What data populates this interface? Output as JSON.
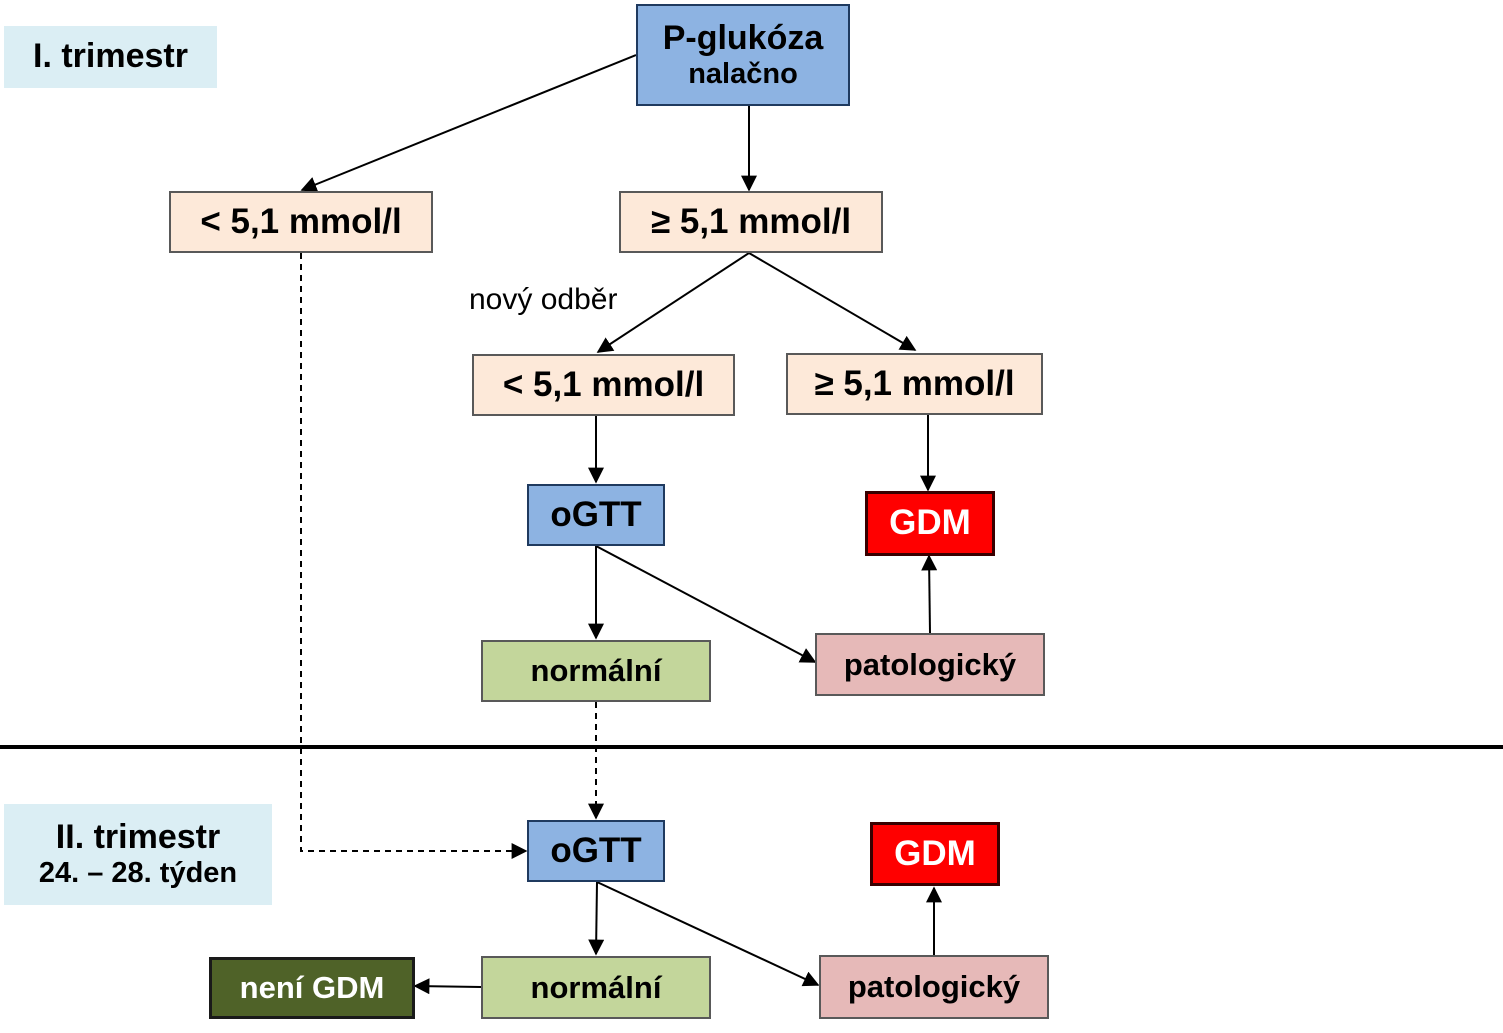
{
  "stage1": {
    "label": "I. trimestr",
    "start": {
      "line1": "P-glukóza",
      "line2": "nalačno"
    },
    "low": "< 5,1 mmol/l",
    "high": "≥ 5,1 mmol/l",
    "retest_note": "nový odběr",
    "retest_low": "< 5,1 mmol/l",
    "retest_high": "≥ 5,1 mmol/l",
    "ogtt": "oGTT",
    "gdm": "GDM",
    "normal": "normální",
    "pathological": "patologický"
  },
  "stage2": {
    "label_line1": "II. trimestr",
    "label_line2": "24. – 28. týden",
    "ogtt": "oGTT",
    "gdm": "GDM",
    "normal": "normální",
    "pathological": "patologický",
    "no_gdm": "není GDM"
  },
  "colors": {
    "blue_box": "#8db3e2",
    "peach_box": "#fde9d9",
    "gdm_red": "#ff0000",
    "normal_green": "#c3d69b",
    "pathological_pink": "#e6b9b8",
    "no_gdm_dark_green": "#4f6228",
    "trimester_label": "#dbeef4"
  }
}
